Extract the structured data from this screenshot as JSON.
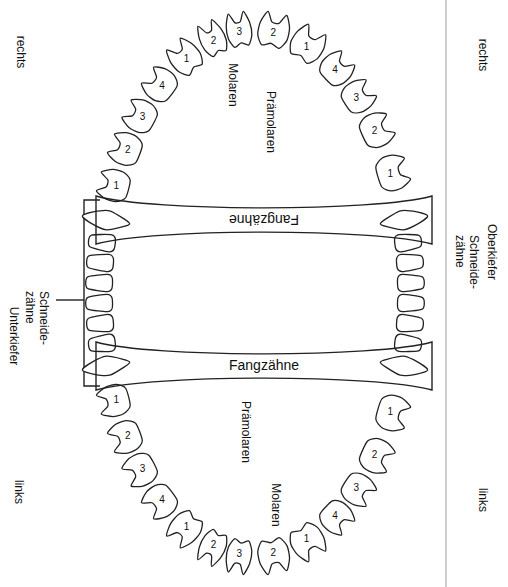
{
  "diagram": {
    "nodes": [
      {
        "text": [
          "Fangzähne"
        ]
      },
      {
        "text": [
          "Fangzähne"
        ]
      }
    ],
    "labels": [
      "rechts",
      "rechts",
      "Oberkiefer",
      "Schneide- zähne",
      "Schneide- zähne",
      "Unterkiefer",
      "links",
      "links",
      "Molaren",
      "Prämolaren",
      "Prämolaren",
      "Molaren",
      "2",
      "1",
      "4",
      "3",
      "2",
      "1",
      "1",
      "2",
      "3",
      "4",
      "1",
      "2",
      "3",
      "2",
      "1",
      "4",
      "3",
      "2",
      "1",
      "1",
      "2",
      "3",
      "4",
      "1",
      "2",
      "3"
    ]
  }
}
